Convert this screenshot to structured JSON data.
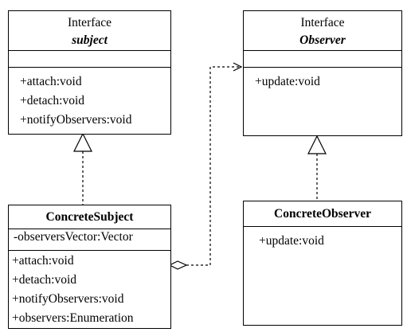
{
  "subject": {
    "stereotype": "Interface",
    "name": "subject",
    "methods": [
      "+attach:void",
      "+detach:void",
      "+notifyObservers:void"
    ]
  },
  "observer": {
    "stereotype": "Interface",
    "name": "Observer",
    "methods": [
      "+update:void"
    ]
  },
  "concrete_subject": {
    "name": "ConcreteSubject",
    "attributes": [
      "-observersVector:Vector"
    ],
    "methods": [
      "+attach:void",
      "+detach:void",
      "+notifyObservers:void",
      "+observers:Enumeration"
    ]
  },
  "concrete_observer": {
    "name": "ConcreteObserver",
    "methods": [
      "+update:void"
    ]
  }
}
